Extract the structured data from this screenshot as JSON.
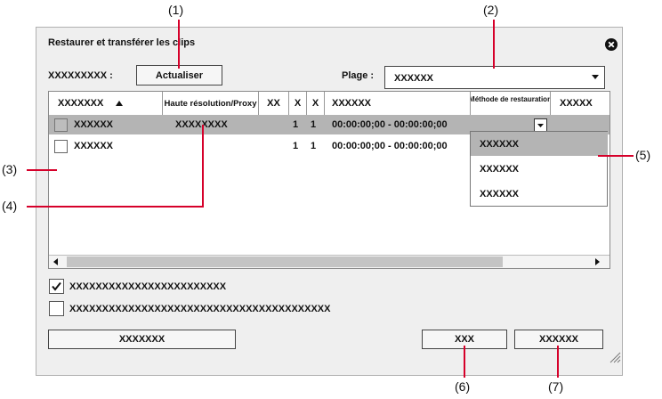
{
  "callouts": [
    "(1)",
    "(2)",
    "(3)",
    "(4)",
    "(5)",
    "(6)",
    "(7)"
  ],
  "dialog": {
    "title": "Restaurer et transférer les clips",
    "close_icon": "close-circle-icon",
    "label_left": "XXXXXXXXX :",
    "refresh_button": "Actualiser",
    "range_label": "Plage :",
    "range_value": "XXXXXX"
  },
  "table": {
    "headers": [
      "XXXXXXX",
      "Haute résolution/Proxy",
      "XX",
      "X",
      "X",
      "XXXXXX",
      "Méthode de restauration",
      "XXXXX"
    ],
    "rows": [
      {
        "name": "XXXXXX",
        "res": "XXXXXXXX",
        "c1": "1",
        "c2": "1",
        "tc": "00:00:00;00 - 00:00:00;00",
        "selected": true
      },
      {
        "name": "XXXXXX",
        "res": "",
        "c1": "1",
        "c2": "1",
        "tc": "00:00:00;00 - 00:00:00;00",
        "selected": false
      }
    ],
    "dropdown_items": [
      "XXXXXX",
      "XXXXXX",
      "XXXXXX"
    ]
  },
  "options": {
    "option1_label": "XXXXXXXXXXXXXXXXXXXXXXXX",
    "option1_checked": true,
    "option2_label": "XXXXXXXXXXXXXXXXXXXXXXXXXXXXXXXXXXXXXXXX",
    "option2_checked": false
  },
  "footer": {
    "left_button": "XXXXXXX",
    "ok_button": "XXX",
    "cancel_button": "XXXXXX"
  },
  "colors": {
    "callout_line": "#d6002a",
    "selection": "#b4b4b4"
  }
}
